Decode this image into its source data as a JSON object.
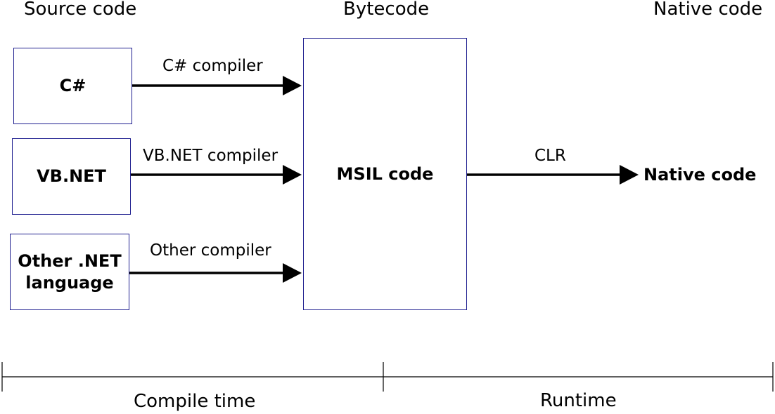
{
  "columns": {
    "source": "Source code",
    "bytecode": "Bytecode",
    "native": "Native code"
  },
  "sources": [
    {
      "label": "C#",
      "compiler": "C# compiler"
    },
    {
      "label": "VB.NET",
      "compiler": "VB.NET compiler"
    },
    {
      "label_lines": [
        "Other .NET",
        "language"
      ],
      "compiler": "Other compiler"
    }
  ],
  "msil": {
    "label": "MSIL code"
  },
  "runtime_edge": {
    "label": "CLR"
  },
  "result": {
    "label": "Native code"
  },
  "timeline": {
    "compile": "Compile time",
    "runtime": "Runtime"
  },
  "colors": {
    "box_border": "#1f1f8f",
    "line": "#000000",
    "background": "#ffffff"
  }
}
